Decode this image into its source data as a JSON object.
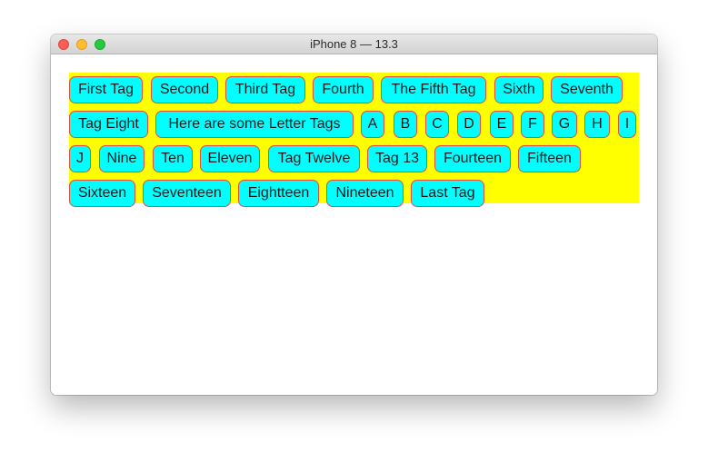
{
  "window": {
    "title": "iPhone 8 — 13.3"
  },
  "colors": {
    "tag_background": "#00ffff",
    "tag_border": "#e2503c",
    "cloud_background": "#ffff00"
  },
  "tags": {
    "row1": [
      "First Tag",
      "Second",
      "Third Tag",
      "Fourth",
      "The Fifth Tag",
      "Sixth",
      "Seventh"
    ],
    "row2": [
      "Tag Eight",
      "Here are some Letter Tags",
      "A",
      "B",
      "C",
      "D",
      "E",
      "F",
      "G",
      "H",
      "I"
    ],
    "row3": [
      "J",
      "Nine",
      "Ten",
      "Eleven",
      "Tag Twelve",
      "Tag 13",
      "Fourteen",
      "Fifteen"
    ],
    "row4": [
      "Sixteen",
      "Seventeen",
      "Eightteen",
      "Nineteen",
      "Last Tag"
    ]
  }
}
